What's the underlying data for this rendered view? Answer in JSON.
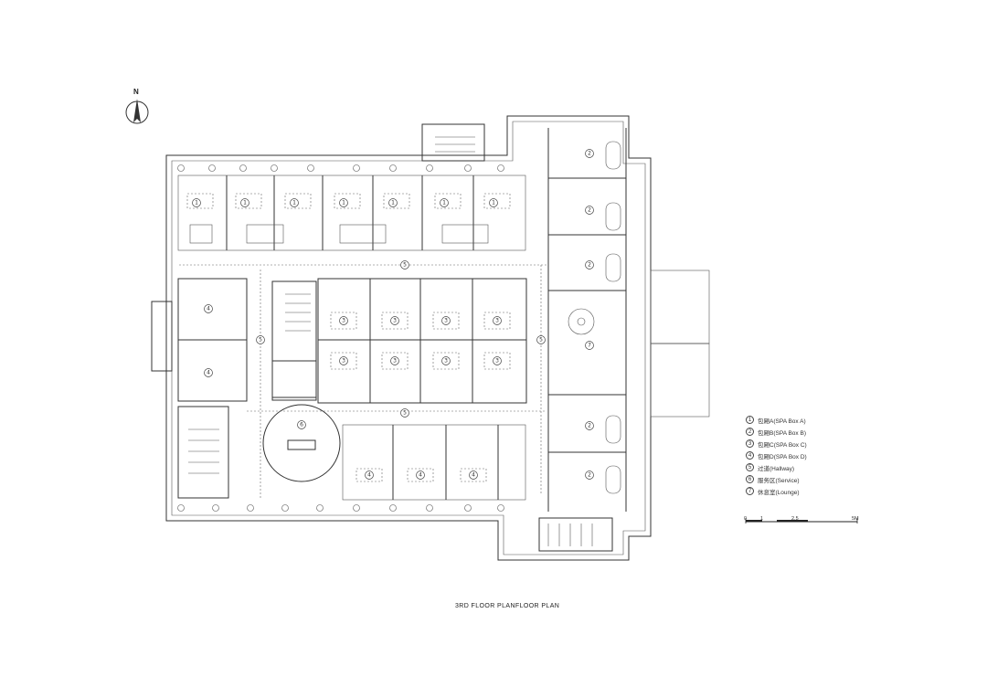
{
  "north": {
    "label": "N"
  },
  "legend": [
    {
      "num": "1",
      "text": "包厢A(SPA Box A)"
    },
    {
      "num": "2",
      "text": "包厢B(SPA Box B)"
    },
    {
      "num": "3",
      "text": "包厢C(SPA Box C)"
    },
    {
      "num": "4",
      "text": "包厢D(SPA Box D)"
    },
    {
      "num": "5",
      "text": "过道(Hallway)"
    },
    {
      "num": "6",
      "text": "服务区(Service)"
    },
    {
      "num": "7",
      "text": "休息室(Lounge)"
    }
  ],
  "scale": {
    "labels": [
      "0",
      "1",
      "2.5",
      "5M"
    ]
  },
  "caption": "3RD   FLOOR PLANFLOOR PLAN"
}
